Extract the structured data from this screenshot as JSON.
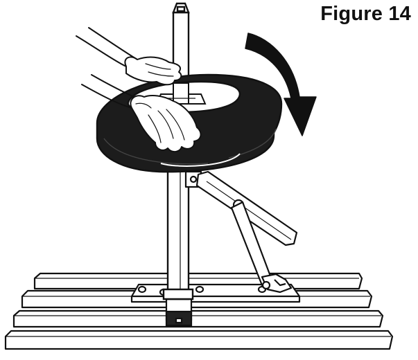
{
  "figure": {
    "title": "Figure 14"
  },
  "colors": {
    "ink": "#111111",
    "paper": "#ffffff",
    "tire": "#1a1a1a",
    "wood": "#ffffff"
  },
  "icons": {
    "rotation_arrow": "curved-arrow-clockwise",
    "hands": "gloved-hands"
  }
}
